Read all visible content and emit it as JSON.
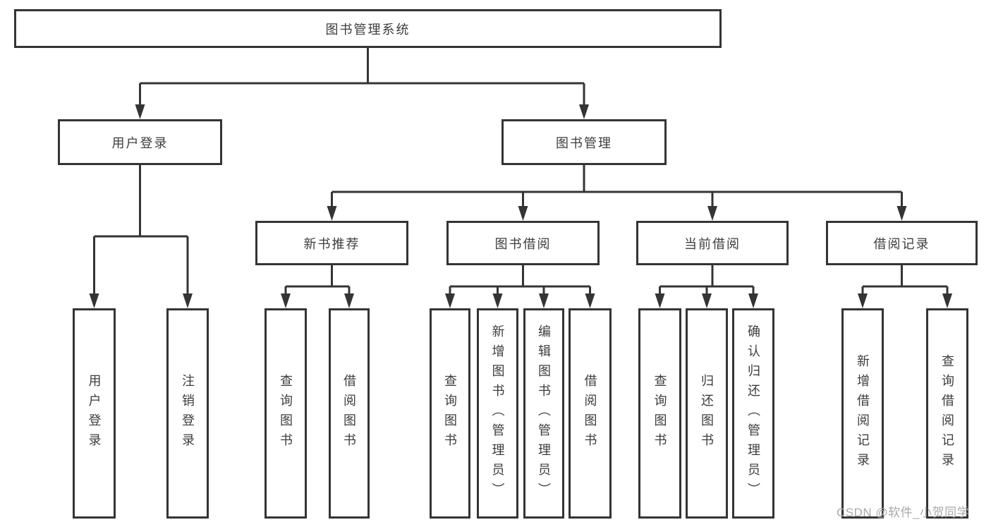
{
  "tree": {
    "label": "图书管理系统",
    "children": [
      {
        "label": "用户登录",
        "children": [
          {
            "label": "用户登录"
          },
          {
            "label": "注销登录"
          }
        ]
      },
      {
        "label": "图书管理",
        "children": [
          {
            "label": "新书推荐",
            "children": [
              {
                "label": "查询图书"
              },
              {
                "label": "借阅图书"
              }
            ]
          },
          {
            "label": "图书借阅",
            "children": [
              {
                "label": "查询图书"
              },
              {
                "label": "新增图书（管理员）"
              },
              {
                "label": "编辑图书（管理员）"
              },
              {
                "label": "借阅图书"
              }
            ]
          },
          {
            "label": "当前借阅",
            "children": [
              {
                "label": "查询图书"
              },
              {
                "label": "归还图书"
              },
              {
                "label": "确认归还（管理员）"
              }
            ]
          },
          {
            "label": "借阅记录",
            "children": [
              {
                "label": "新增借阅记录"
              },
              {
                "label": "查询借阅记录"
              }
            ]
          }
        ]
      }
    ]
  },
  "watermark": {
    "text": "CSDN @软件_小贺同学"
  },
  "colors": {
    "line": "#343434",
    "box_border": "#343434",
    "box_background": "#ffffff",
    "text": "#3d3d3d",
    "watermark_text": "#a9a9a9",
    "page_background": "#ffffff"
  }
}
